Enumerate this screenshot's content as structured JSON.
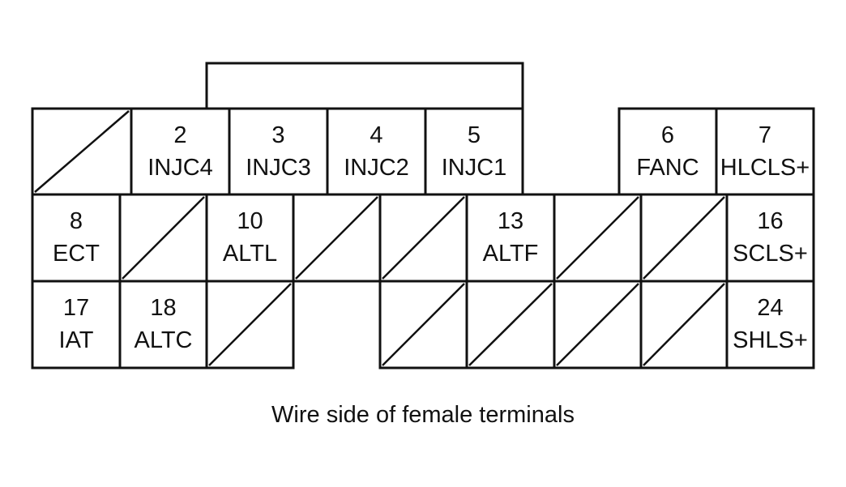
{
  "caption": "Wire side of female terminals",
  "terminals": [
    {
      "id": "t1",
      "number": "",
      "signal": "",
      "unused": true
    },
    {
      "id": "t2",
      "number": "2",
      "signal": "INJC4",
      "unused": false
    },
    {
      "id": "t3",
      "number": "3",
      "signal": "INJC3",
      "unused": false
    },
    {
      "id": "t4",
      "number": "4",
      "signal": "INJC2",
      "unused": false
    },
    {
      "id": "t5",
      "number": "5",
      "signal": "INJC1",
      "unused": false
    },
    {
      "id": "t6",
      "number": "6",
      "signal": "FANC",
      "unused": false
    },
    {
      "id": "t7",
      "number": "7",
      "signal": "HLCLS+",
      "unused": false
    },
    {
      "id": "t8",
      "number": "8",
      "signal": "ECT",
      "unused": false
    },
    {
      "id": "t9",
      "number": "",
      "signal": "",
      "unused": true
    },
    {
      "id": "t10",
      "number": "10",
      "signal": "ALTL",
      "unused": false
    },
    {
      "id": "t11",
      "number": "",
      "signal": "",
      "unused": true
    },
    {
      "id": "t12",
      "number": "",
      "signal": "",
      "unused": true
    },
    {
      "id": "t13",
      "number": "13",
      "signal": "ALTF",
      "unused": false
    },
    {
      "id": "t14",
      "number": "",
      "signal": "",
      "unused": true
    },
    {
      "id": "t15",
      "number": "",
      "signal": "",
      "unused": true
    },
    {
      "id": "t16",
      "number": "16",
      "signal": "SCLS+",
      "unused": false
    },
    {
      "id": "t17",
      "number": "17",
      "signal": "IAT",
      "unused": false
    },
    {
      "id": "t18",
      "number": "18",
      "signal": "ALTC",
      "unused": false
    },
    {
      "id": "t19",
      "number": "",
      "signal": "",
      "unused": true
    },
    {
      "id": "t20",
      "number": "",
      "signal": "",
      "unused": true
    },
    {
      "id": "t21",
      "number": "",
      "signal": "",
      "unused": true
    },
    {
      "id": "t22",
      "number": "",
      "signal": "",
      "unused": true
    },
    {
      "id": "t23",
      "number": "",
      "signal": "",
      "unused": true
    },
    {
      "id": "t24",
      "number": "24",
      "signal": "SHLS+",
      "unused": false
    }
  ]
}
